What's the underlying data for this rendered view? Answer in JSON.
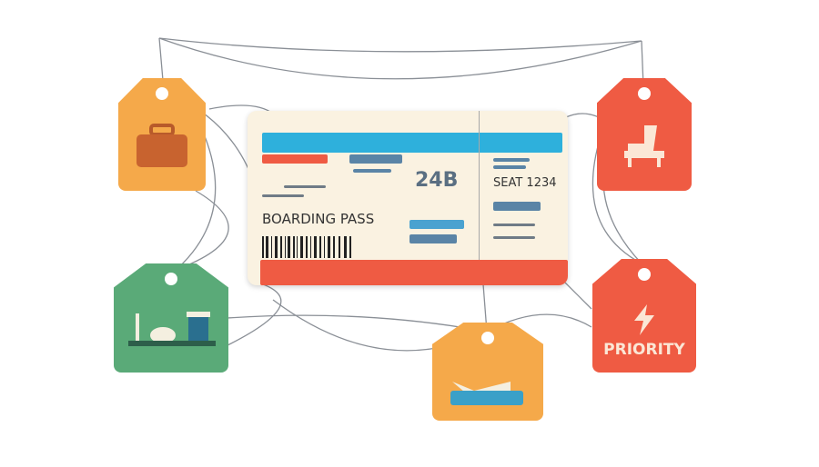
{
  "ticket": {
    "title": "BOARDING PASS",
    "seat_code": "24B",
    "seat_label": "SEAT 1234"
  },
  "tags": {
    "priority_label": "PRIORITY"
  },
  "colors": {
    "orange": "#f5a94a",
    "red": "#ef5b43",
    "green": "#5aaa78",
    "blue": "#2eb0dc",
    "navy": "#5a84a6",
    "ticket": "#faf2e1"
  }
}
